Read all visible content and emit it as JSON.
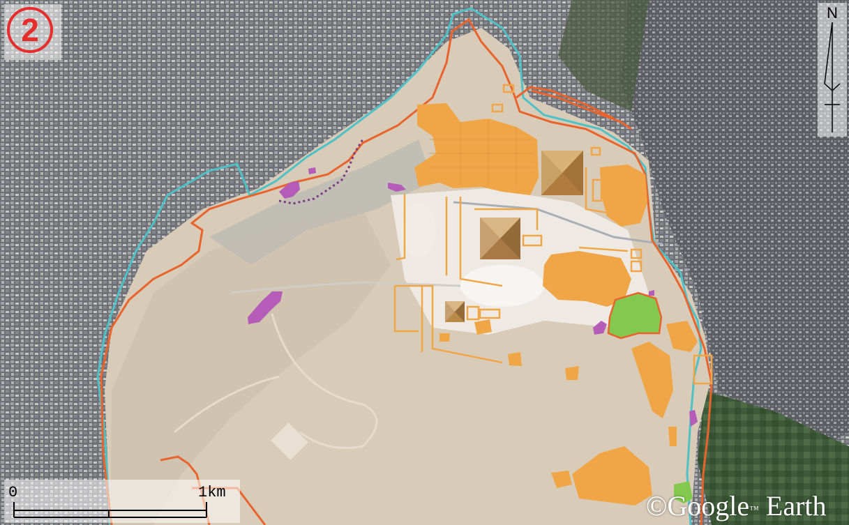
{
  "map": {
    "badge_number": "2",
    "north_label": "N",
    "scale": {
      "start_label": "0",
      "end_label": "1km"
    },
    "credit": {
      "prefix": "©Google",
      "trademark": "™",
      "suffix": " Earth"
    },
    "colors": {
      "boundary_orange": "#e8642c",
      "boundary_cyan": "#4fc1c6",
      "excavation_orange": "#f0a646",
      "feature_purple": "#b45cb8",
      "green_zone": "#83c94f",
      "desert": "#d8cbb8",
      "urban": "#6f7077",
      "badge_red": "#e62d2d"
    }
  }
}
